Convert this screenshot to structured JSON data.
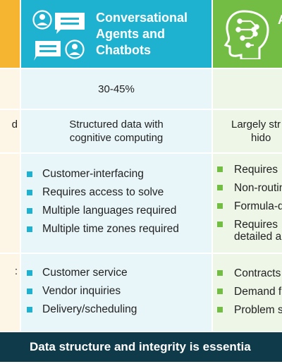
{
  "header": {
    "title_lines": [
      "Conversational",
      "Agents and",
      "Chatbots"
    ],
    "right_fragment": "A"
  },
  "rows": {
    "percent": {
      "mid": "30-45%"
    },
    "data_type": {
      "left_fragment": "d",
      "mid_lines": [
        "Structured data with",
        "cognitive computing"
      ],
      "right_lines": [
        "Largely str",
        "hido"
      ]
    },
    "characteristics": {
      "left_fragment": "",
      "mid_items": [
        "Customer-interfacing",
        "Requires access to solve",
        "Multiple languages required",
        "Multiple time zones required"
      ],
      "right_items": [
        "Requires",
        "Non-routin",
        "Formula-d",
        "Requires",
        "detailed a"
      ]
    },
    "use_cases": {
      "left_fragment": ":",
      "mid_items": [
        "Customer service",
        "Vendor inquiries",
        "Delivery/scheduling"
      ],
      "right_items": [
        "Contracts",
        "Demand f",
        "Problem s"
      ]
    }
  },
  "footer": {
    "text": "Data structure and integrity is essentia"
  },
  "colors": {
    "orange": "#f6b530",
    "cyan": "#1fb1d0",
    "green": "#74bd44",
    "navy": "#0f3a4a"
  },
  "icons": [
    "person-chat-icon",
    "ai-head-icon"
  ]
}
